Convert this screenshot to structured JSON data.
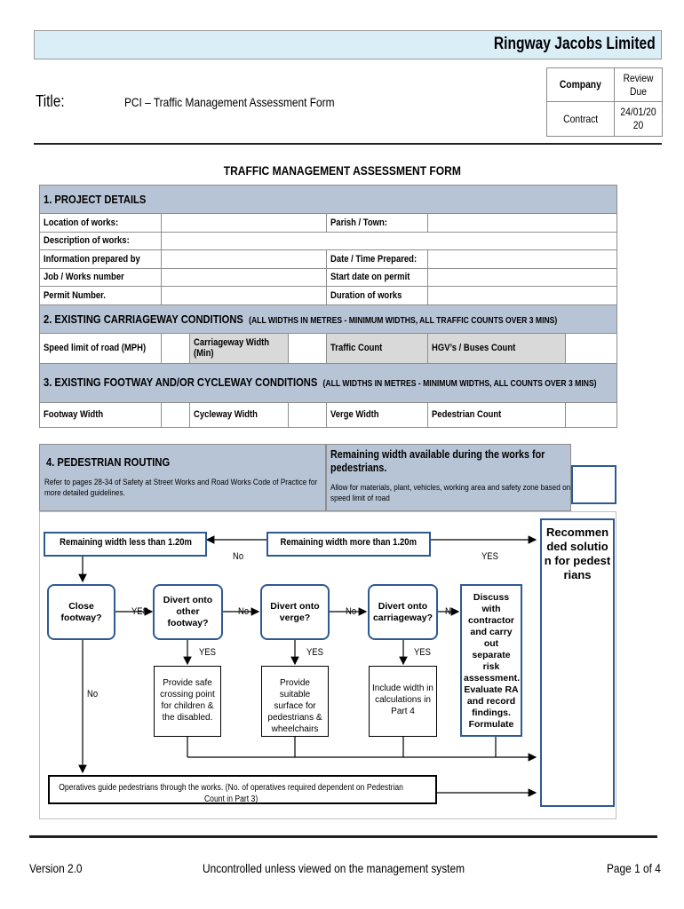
{
  "header": {
    "company": "Ringway Jacobs Limited",
    "title_label": "Title:",
    "title_value": "PCI – Traffic Management Assessment Form",
    "company_label": "Company",
    "review_due_label": "Review Due",
    "contract_label": "Contract",
    "review_due_value": "24/01/2020"
  },
  "form_title": "TRAFFIC MANAGEMENT ASSESSMENT FORM",
  "section1": {
    "heading": "1.  PROJECT DETAILS",
    "rows": [
      {
        "left": "Location of works:",
        "right": "Parish / Town:"
      },
      {
        "left": "Description of works:",
        "right": ""
      },
      {
        "left": "Information prepared by",
        "right": "Date / Time Prepared:"
      },
      {
        "left": "Job / Works number",
        "right": "Start date on permit"
      },
      {
        "left": "Permit Number.",
        "right": "Duration of works"
      }
    ]
  },
  "section2": {
    "heading": "2.  EXISTING CARRIAGEWAY CONDITIONS",
    "note": "(ALL WIDTHS IN METRES - MINIMUM WIDTHS, ALL TRAFFIC COUNTS OVER 3 MINS)",
    "fields": [
      "Speed limit of road (MPH)",
      "Carriageway Width (Min)",
      "Traffic Count",
      "HGV’s /  Buses Count"
    ]
  },
  "section3": {
    "heading": "3.  EXISTING FOOTWAY AND/OR CYCLEWAY CONDITIONS",
    "note": "(ALL WIDTHS IN METRES - MINIMUM WIDTHS, ALL COUNTS OVER 3 MINS)",
    "fields": [
      "Footway Width",
      "Cycleway Width",
      "Verge Width",
      "Pedestrian Count"
    ]
  },
  "section4": {
    "heading": "4.  PEDESTRIAN ROUTING",
    "note": "Refer to pages 28-34 of Safety at Street Works and Road Works Code of Practice for more detailed guidelines.",
    "right_heading": "Remaining width available during the works for pedestrians.",
    "right_note": "Allow for materials, plant, vehicles, working area and safety zone based on speed limit of road"
  },
  "flow": {
    "less": "Remaining width less than 1.20m",
    "more": "Remaining width more than 1.20m",
    "recommend": "Recommended solution for pedestrians",
    "close": "Close footway?",
    "divert_other": "Divert onto other footway?",
    "divert_verge": "Divert onto verge?",
    "divert_carriageway": "Divert onto carriageway?",
    "discuss": "Discuss with contractor and carry out separate risk assessment. Evaluate RA and record findings. Formulate",
    "provide_crossing": "Provide safe crossing point for children & the disabled.",
    "provide_surface": "Provide suitable surface for pedestrians & wheelchairs",
    "include_width": "Include width in calculations in Part 4",
    "operatives": "Operatives guide pedestrians through the works.  (No. of operatives required dependent on Pedestrian Count in Part 3)",
    "yes": "YES",
    "no": "No"
  },
  "footer": {
    "version": "Version 2.0",
    "note": "Uncontrolled unless viewed on the management system",
    "page": "Page 1 of 4"
  }
}
